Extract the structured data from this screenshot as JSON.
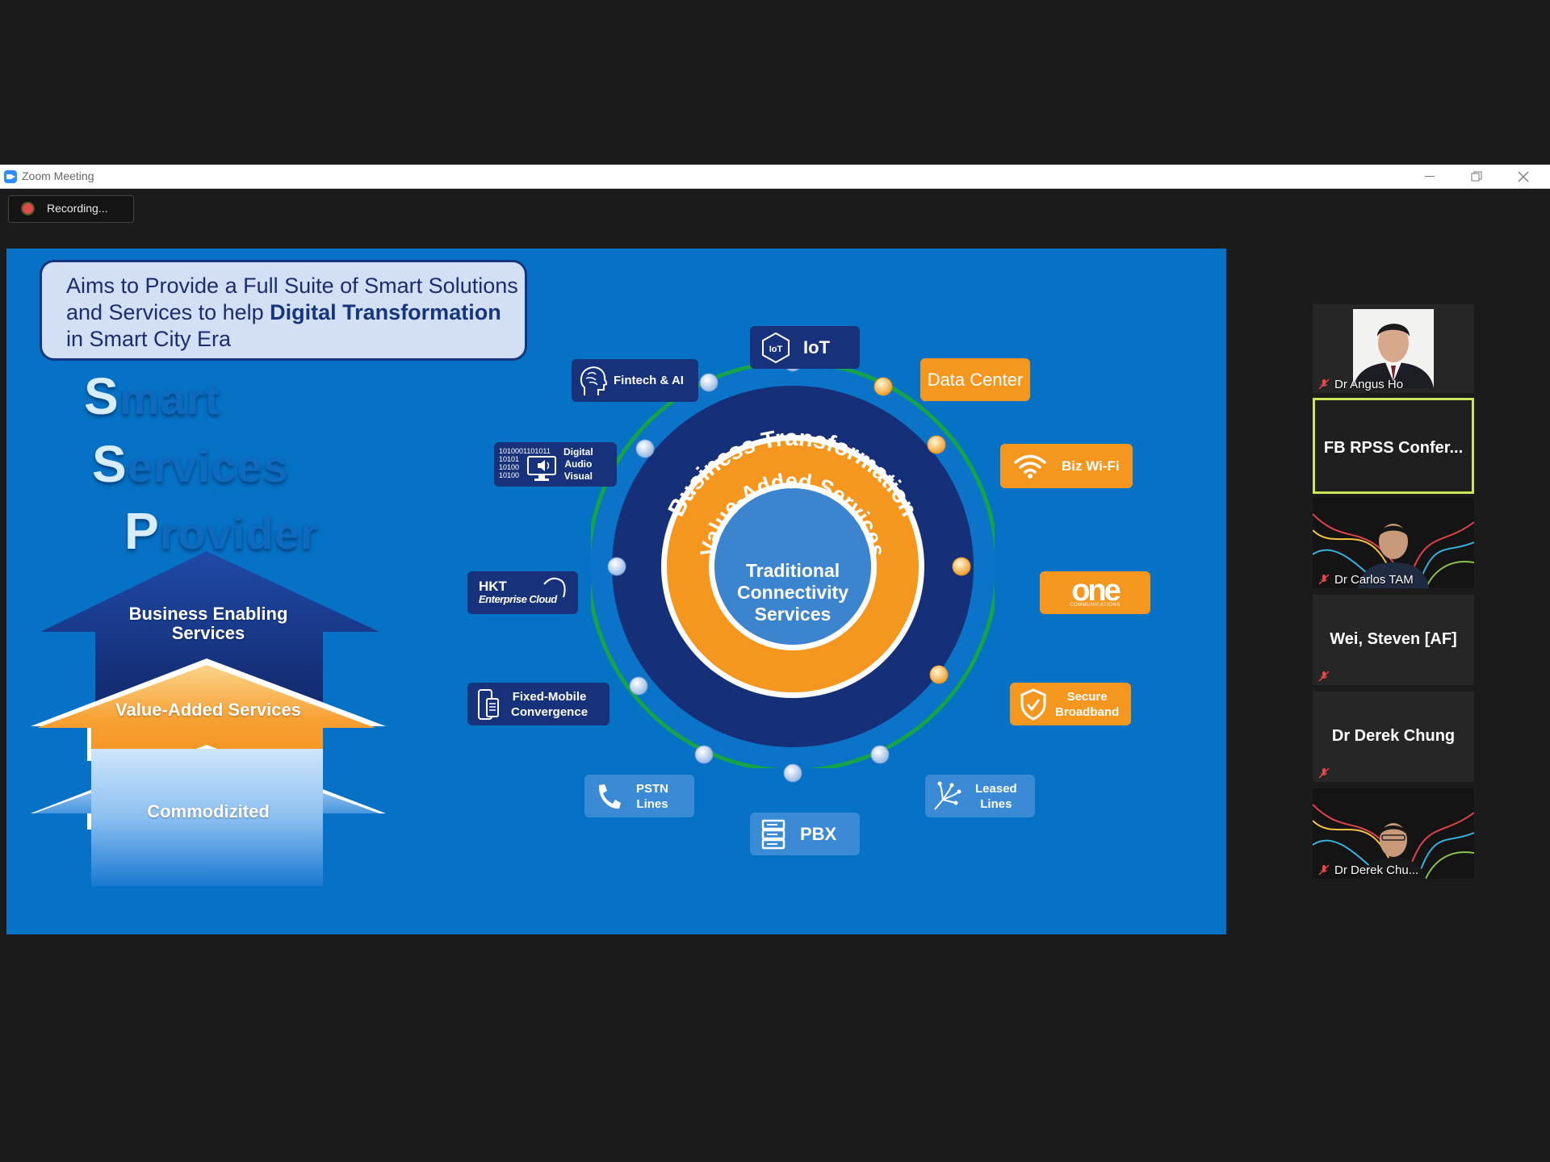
{
  "window": {
    "title": "Zoom Meeting",
    "minimize_icon": "minimize-icon",
    "restore_icon": "restore-icon",
    "close_icon": "close-icon"
  },
  "recording": {
    "label": "Recording..."
  },
  "slide": {
    "callout": {
      "line1": "Aims to Provide a Full Suite of Smart Solutions",
      "line2_prefix": "and Services to help ",
      "line2_bold": "Digital Transformation",
      "line3": "in Smart City Era"
    },
    "ssp": [
      {
        "initial": "S",
        "rest": "mart"
      },
      {
        "initial": "S",
        "rest": "ervices"
      },
      {
        "initial": "P",
        "rest": "rovider"
      }
    ],
    "pyramid": {
      "top": "Business Enabling Services",
      "middle": "Value-Added Services",
      "bottom": "Commodizited"
    },
    "rings": {
      "outer": "Business Transformation",
      "middle": "Value-Added Services",
      "center_lines": [
        "Traditional",
        "Connectivity",
        "Services"
      ]
    },
    "services": {
      "iot": "IoT",
      "data_center": "Data Center",
      "fintech": "Fintech & AI",
      "digital_av": [
        "Digital",
        "Audio",
        "Visual"
      ],
      "binary": [
        "1010001101011",
        "10101",
        "10100",
        "10100"
      ],
      "biz_wifi": "Biz Wi-Fi",
      "hkt": "HKT",
      "enterprise_cloud": "Enterprise Cloud",
      "one": "one",
      "one_sub": "COMMUNICATIONS",
      "fmc": [
        "Fixed-Mobile",
        "Convergence"
      ],
      "secure_broadband": [
        "Secure",
        "Broadband"
      ],
      "pstn": [
        "PSTN",
        "Lines"
      ],
      "leased": [
        "Leased",
        "Lines"
      ],
      "pbx": "PBX"
    }
  },
  "participants": [
    {
      "name": "Dr Angus Ho",
      "muted": true
    },
    {
      "name": "FB RPSS Confer...",
      "active": true
    },
    {
      "name": "Dr Carlos TAM",
      "muted": true
    },
    {
      "name": "Wei, Steven [AF]",
      "muted": true
    },
    {
      "name": "Dr Derek Chung",
      "muted": true
    },
    {
      "name": "Dr Derek Chu...",
      "muted": true
    }
  ],
  "colors": {
    "slide_bg": "#0672c5",
    "navy": "#17327b",
    "orange": "#f5961f",
    "accent_green": "#c9e55a"
  }
}
